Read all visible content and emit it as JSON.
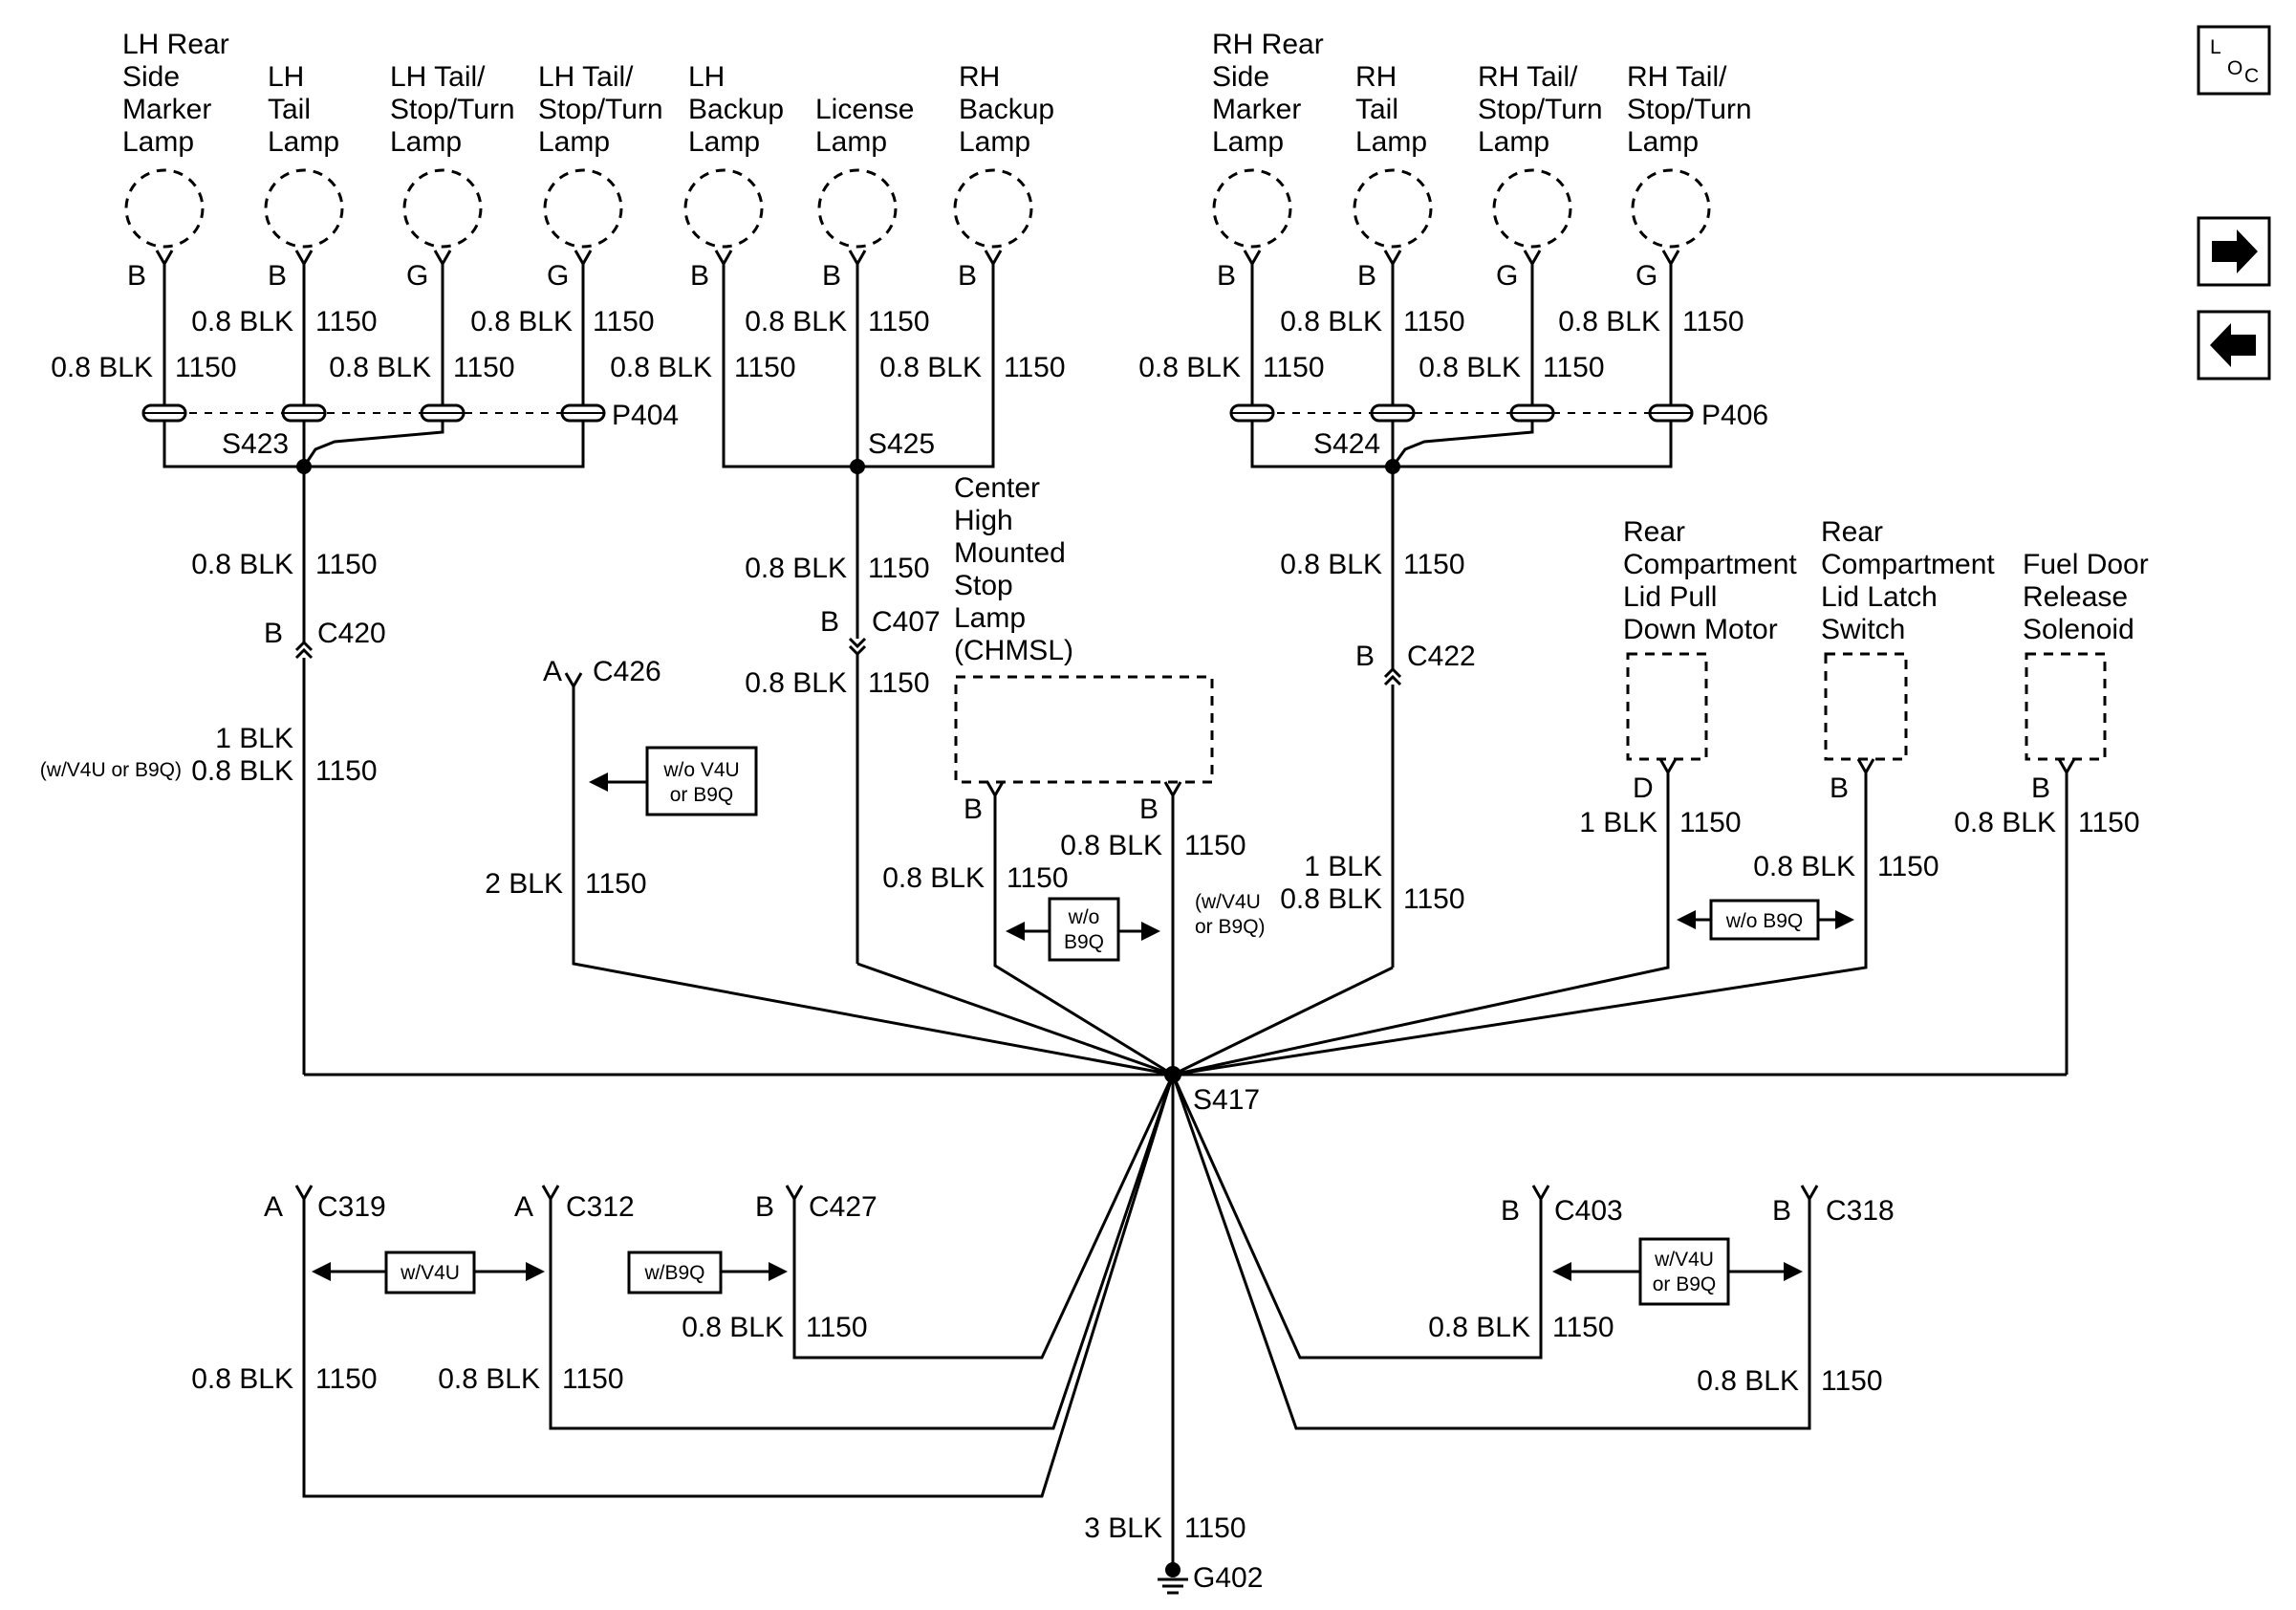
{
  "lamps": {
    "lh_side_marker": [
      "LH Rear",
      "Side",
      "Marker",
      "Lamp"
    ],
    "lh_tail": [
      "LH",
      "Tail",
      "Lamp"
    ],
    "lh_tst1": [
      "LH Tail/",
      "Stop/Turn",
      "Lamp"
    ],
    "lh_tst2": [
      "LH Tail/",
      "Stop/Turn",
      "Lamp"
    ],
    "lh_backup": [
      "LH",
      "Backup",
      "Lamp"
    ],
    "license": [
      "License",
      "Lamp"
    ],
    "rh_backup": [
      "RH",
      "Backup",
      "Lamp"
    ],
    "rh_side_marker": [
      "RH Rear",
      "Side",
      "Marker",
      "Lamp"
    ],
    "rh_tail": [
      "RH",
      "Tail",
      "Lamp"
    ],
    "rh_tst1": [
      "RH Tail/",
      "Stop/Turn",
      "Lamp"
    ],
    "rh_tst2": [
      "RH Tail/",
      "Stop/Turn",
      "Lamp"
    ],
    "chmsl": [
      "Center",
      "High",
      "Mounted",
      "Stop",
      "Lamp",
      "(CHMSL)"
    ],
    "pull_down_motor": [
      "Rear",
      "Compartment",
      "Lid Pull",
      "Down Motor"
    ],
    "latch_switch": [
      "Rear",
      "Compartment",
      "Lid Latch",
      "Switch"
    ],
    "fuel_door": [
      "Fuel Door",
      "Release",
      "Solenoid"
    ]
  },
  "pins": {
    "a": "A",
    "b": "B",
    "d": "D",
    "g": "G"
  },
  "wire": {
    "blk08": "0.8 BLK",
    "blk1": "1 BLK",
    "blk2": "2 BLK",
    "blk3": "3 BLK",
    "circuit": "1150"
  },
  "splices": {
    "s423": "S423",
    "s425": "S425",
    "s424": "S424",
    "s417": "S417"
  },
  "connectors": {
    "p404": "P404",
    "p406": "P406",
    "c420": "C420",
    "c407": "C407",
    "c422": "C422",
    "c426": "C426",
    "c319": "C319",
    "c312": "C312",
    "c427": "C427",
    "c403": "C403",
    "c318": "C318"
  },
  "ground": "G402",
  "options": {
    "wo_v4u": [
      "w/o V4U",
      "or B9Q"
    ],
    "wo_b9q_stack": [
      "w/o",
      "B9Q"
    ],
    "wo_b9q": "w/o B9Q",
    "w_v4u": "w/V4U",
    "w_b9q": "w/B9Q",
    "w_v4u_or_b9q": [
      "w/V4U",
      "or B9Q"
    ],
    "paren_v4u_b9q_inline": "(w/V4U or B9Q)",
    "paren_v4u_b9q": [
      "(w/V4U",
      "or B9Q)"
    ]
  },
  "nav": {
    "loc_l": "L",
    "loc_oc": "O",
    "loc_c": "C",
    "next_glyph": "➜",
    "prev_glyph": "⬅"
  }
}
